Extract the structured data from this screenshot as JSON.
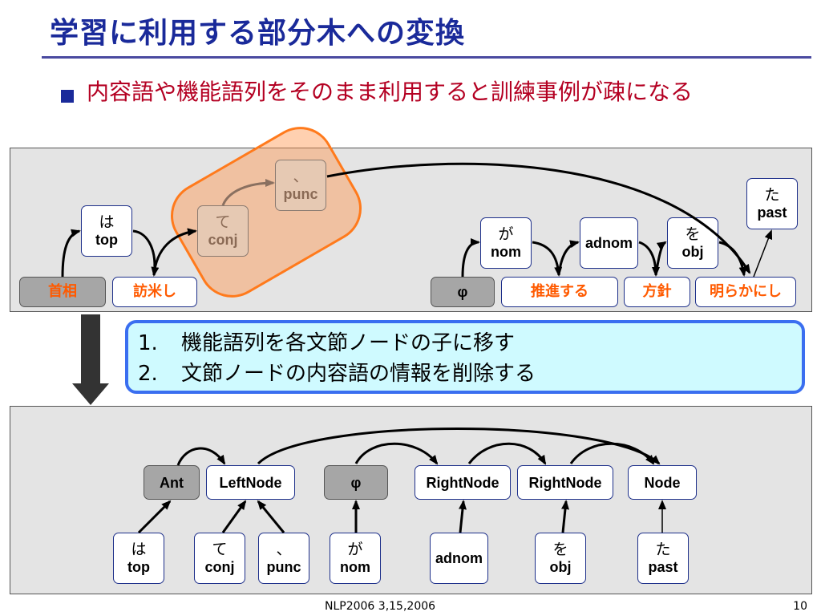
{
  "slide": {
    "title": "学習に利用する部分木への変換",
    "bullet": "内容語や機能語列をそのまま利用すると訓練事例が疎になる",
    "notes": [
      {
        "num": "1.",
        "text": "機能語列を各文節ノードの子に移す"
      },
      {
        "num": "2.",
        "text": "文節ノードの内容語の情報を削除する"
      }
    ],
    "footer": "NLP2006 3,15,2006",
    "page_number": "10"
  },
  "top_tree": {
    "func_nodes": [
      {
        "word": "は",
        "tag": "top"
      },
      {
        "word": "て",
        "tag": "conj"
      },
      {
        "word": "、",
        "tag": "punc"
      },
      {
        "word": "が",
        "tag": "nom"
      },
      {
        "word": "",
        "tag": "adnom"
      },
      {
        "word": "を",
        "tag": "obj"
      },
      {
        "word": "た",
        "tag": "past"
      }
    ],
    "content_nodes": [
      "首相",
      "訪米し",
      "φ",
      "推進する",
      "方針",
      "明らかにし"
    ]
  },
  "bottom_tree": {
    "head_nodes": [
      "Ant",
      "LeftNode",
      "φ",
      "RightNode",
      "RightNode",
      "Node"
    ],
    "func_nodes": [
      {
        "word": "は",
        "tag": "top"
      },
      {
        "word": "て",
        "tag": "conj"
      },
      {
        "word": "、",
        "tag": "punc"
      },
      {
        "word": "が",
        "tag": "nom"
      },
      {
        "word": "",
        "tag": "adnom"
      },
      {
        "word": "を",
        "tag": "obj"
      },
      {
        "word": "た",
        "tag": "past"
      }
    ]
  },
  "colors": {
    "title": "#1a2a9a",
    "bullet_text": "#b40022",
    "content_word": "#ff5a00",
    "highlight": "#ff7a1c",
    "notes_border": "#3a6ef0",
    "notes_bg": "#cffaff",
    "gray_node": "#a6a6a6"
  }
}
